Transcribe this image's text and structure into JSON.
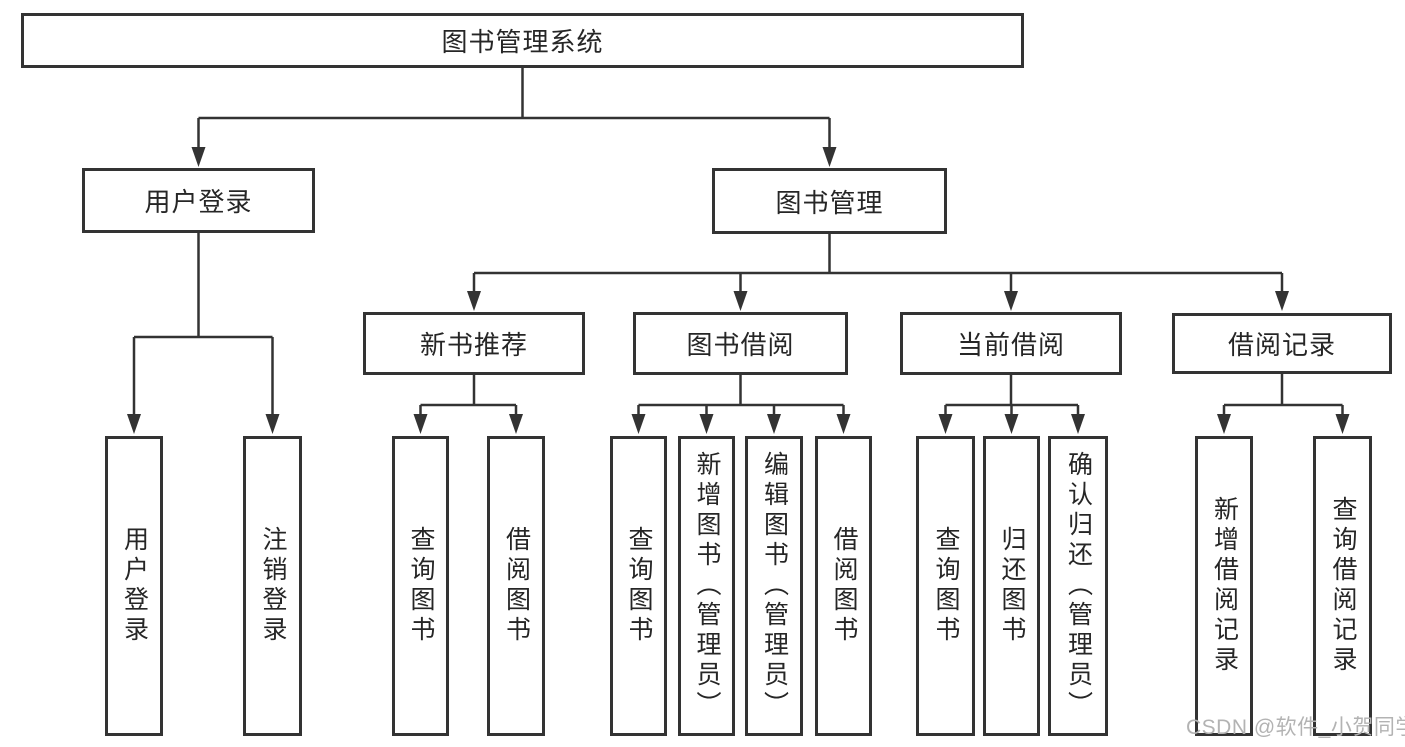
{
  "diagram_title": "图书管理系统",
  "nodes": {
    "root": {
      "label": "图书管理系统"
    },
    "user_login": {
      "label": "用户登录"
    },
    "book_management": {
      "label": "图书管理"
    },
    "new_book_recommend": {
      "label": "新书推荐"
    },
    "book_borrowing": {
      "label": "图书借阅"
    },
    "current_borrowing": {
      "label": "当前借阅"
    },
    "borrowing_records": {
      "label": "借阅记录"
    },
    "leaf_user_login": {
      "label": "用户登录"
    },
    "leaf_logout_login": {
      "label": "注销登录"
    },
    "leaf_query_books_recommend": {
      "label": "查询图书"
    },
    "leaf_borrow_books_recommend": {
      "label": "借阅图书"
    },
    "leaf_query_books_borrowing": {
      "label": "查询图书"
    },
    "leaf_add_books_admin": {
      "label": "新增图书（管理员）"
    },
    "leaf_edit_books_admin": {
      "label": "编辑图书（管理员）"
    },
    "leaf_borrow_books_borrowing": {
      "label": "借阅图书"
    },
    "leaf_query_books_current": {
      "label": "查询图书"
    },
    "leaf_return_books": {
      "label": "归还图书"
    },
    "leaf_confirm_return_admin": {
      "label": "确认归还（管理员）"
    },
    "leaf_add_borrow_record": {
      "label": "新增借阅记录"
    },
    "leaf_query_borrow_record": {
      "label": "查询借阅记录"
    }
  },
  "structure": {
    "图书管理系统": [
      "用户登录",
      "图书管理"
    ],
    "用户登录": [
      "用户登录",
      "注销登录"
    ],
    "图书管理": [
      "新书推荐",
      "图书借阅",
      "当前借阅",
      "借阅记录"
    ],
    "新书推荐": [
      "查询图书",
      "借阅图书"
    ],
    "图书借阅": [
      "查询图书",
      "新增图书（管理员）",
      "编辑图书（管理员）",
      "借阅图书"
    ],
    "当前借阅": [
      "查询图书",
      "归还图书",
      "确认归还（管理员）"
    ],
    "借阅记录": [
      "新增借阅记录",
      "查询借阅记录"
    ]
  },
  "watermark": {
    "text": "CSDN @软件_小贺同学",
    "color": "#b3b3b3"
  },
  "colors": {
    "line": "#333333",
    "node_border": "#333333",
    "text": "#262626",
    "background": "#ffffff"
  }
}
